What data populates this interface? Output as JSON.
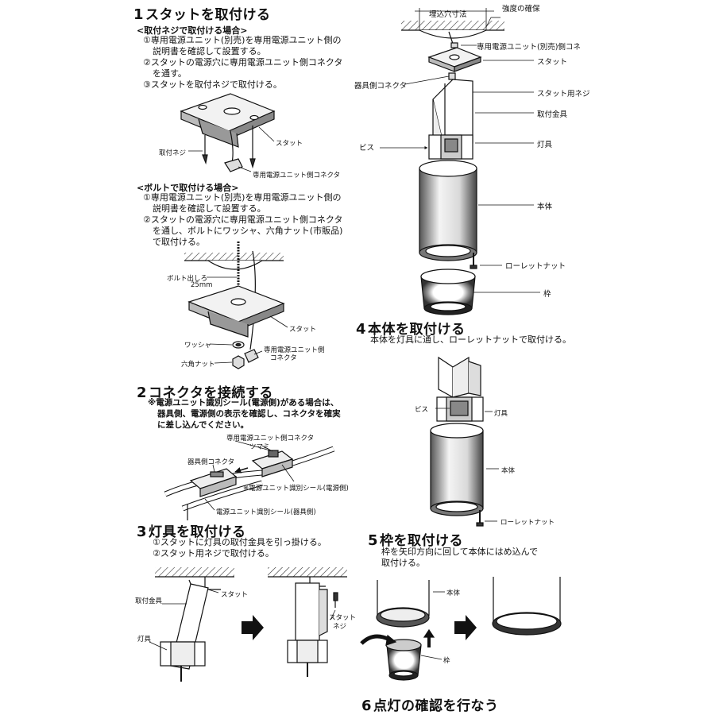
{
  "s1": {
    "num": "1",
    "title": "スタットを取付ける",
    "screw_sub": "<取付ネジで取付ける場合>",
    "screw_steps": [
      "①専用電源ユニット(別売)を専用電源ユニット側の",
      "説明書を確認して設置する。",
      "②スタットの電源穴に専用電源ユニット側コネクタ",
      "を通す。",
      "③スタットを取付ネジで取付ける。"
    ],
    "screw_labels": {
      "stud": "スタット",
      "screw": "取付ネジ",
      "connector": "専用電源ユニット側コネクタ"
    },
    "bolt_sub": "<ボルトで取付ける場合>",
    "bolt_steps": [
      "①専用電源ユニット(別売)を専用電源ユニット側の",
      "説明書を確認して設置する。",
      "②スタットの電源穴に専用電源ユニット側コネクタ",
      "を通し、ボルトにワッシャ、六角ナット(市販品)",
      "で取付ける。"
    ],
    "bolt_labels": {
      "bolt": "ボルト出しろ",
      "bolt_len": "25mm",
      "stud": "スタット",
      "washer": "ワッシャ",
      "nut": "六角ナット",
      "connector1": "専用電源ユニット側",
      "connector2": "コネクタ"
    }
  },
  "s2": {
    "num": "2",
    "title": "コネクタを接続する",
    "note": [
      "※電源ユニット識別シール(電源側)がある場合は、",
      "器具側、電源側の表示を確認し、コネクタを確実",
      "に差し込んでください。"
    ],
    "labels": {
      "psu_conn": "専用電源ユニット側コネクタ",
      "tab": "ツマミ",
      "fix_conn": "器具側コネクタ",
      "seal_psu": "※電源ユニット識別シール(電源側)",
      "seal_fix": "電源ユニット識別シール(器具側)"
    }
  },
  "s3": {
    "num": "3",
    "title": "灯具を取付ける",
    "steps": [
      "①スタットに灯具の取付金具を引っ掛ける。",
      "②スタット用ネジで取付ける。"
    ],
    "labels": {
      "bracket": "取付金具",
      "stud": "スタット",
      "lamp": "灯具",
      "stud_screw1": "スタット",
      "stud_screw2": "ネジ"
    }
  },
  "s4": {
    "num": "4",
    "title": "本体を取付ける",
    "steps": [
      "本体を灯具に通し、ローレットナットで取付ける。"
    ],
    "labels": {
      "screw": "ビス",
      "lamp": "灯具",
      "body": "本体",
      "knurl": "ローレットナット"
    }
  },
  "s5": {
    "num": "5",
    "title": "枠を取付ける",
    "steps": [
      "枠を矢印方向に回して本体にはめ込んで",
      "取付ける。"
    ],
    "labels": {
      "body": "本体",
      "frame": "枠"
    }
  },
  "s6": {
    "num": "6",
    "title": "点灯の確認を行なう"
  },
  "overview": {
    "labels": {
      "hole": "埋込穴寸法",
      "strength": "強度の確保",
      "psu_conn": "専用電源ユニット(別売)側コネ",
      "stud": "スタット",
      "fix_conn": "器具側コネクタ",
      "stud_screw": "スタット用ネジ",
      "bracket": "取付金具",
      "screw": "ビス",
      "lamp": "灯具",
      "body": "本体",
      "knurl": "ローレットナット",
      "frame": "枠"
    }
  }
}
